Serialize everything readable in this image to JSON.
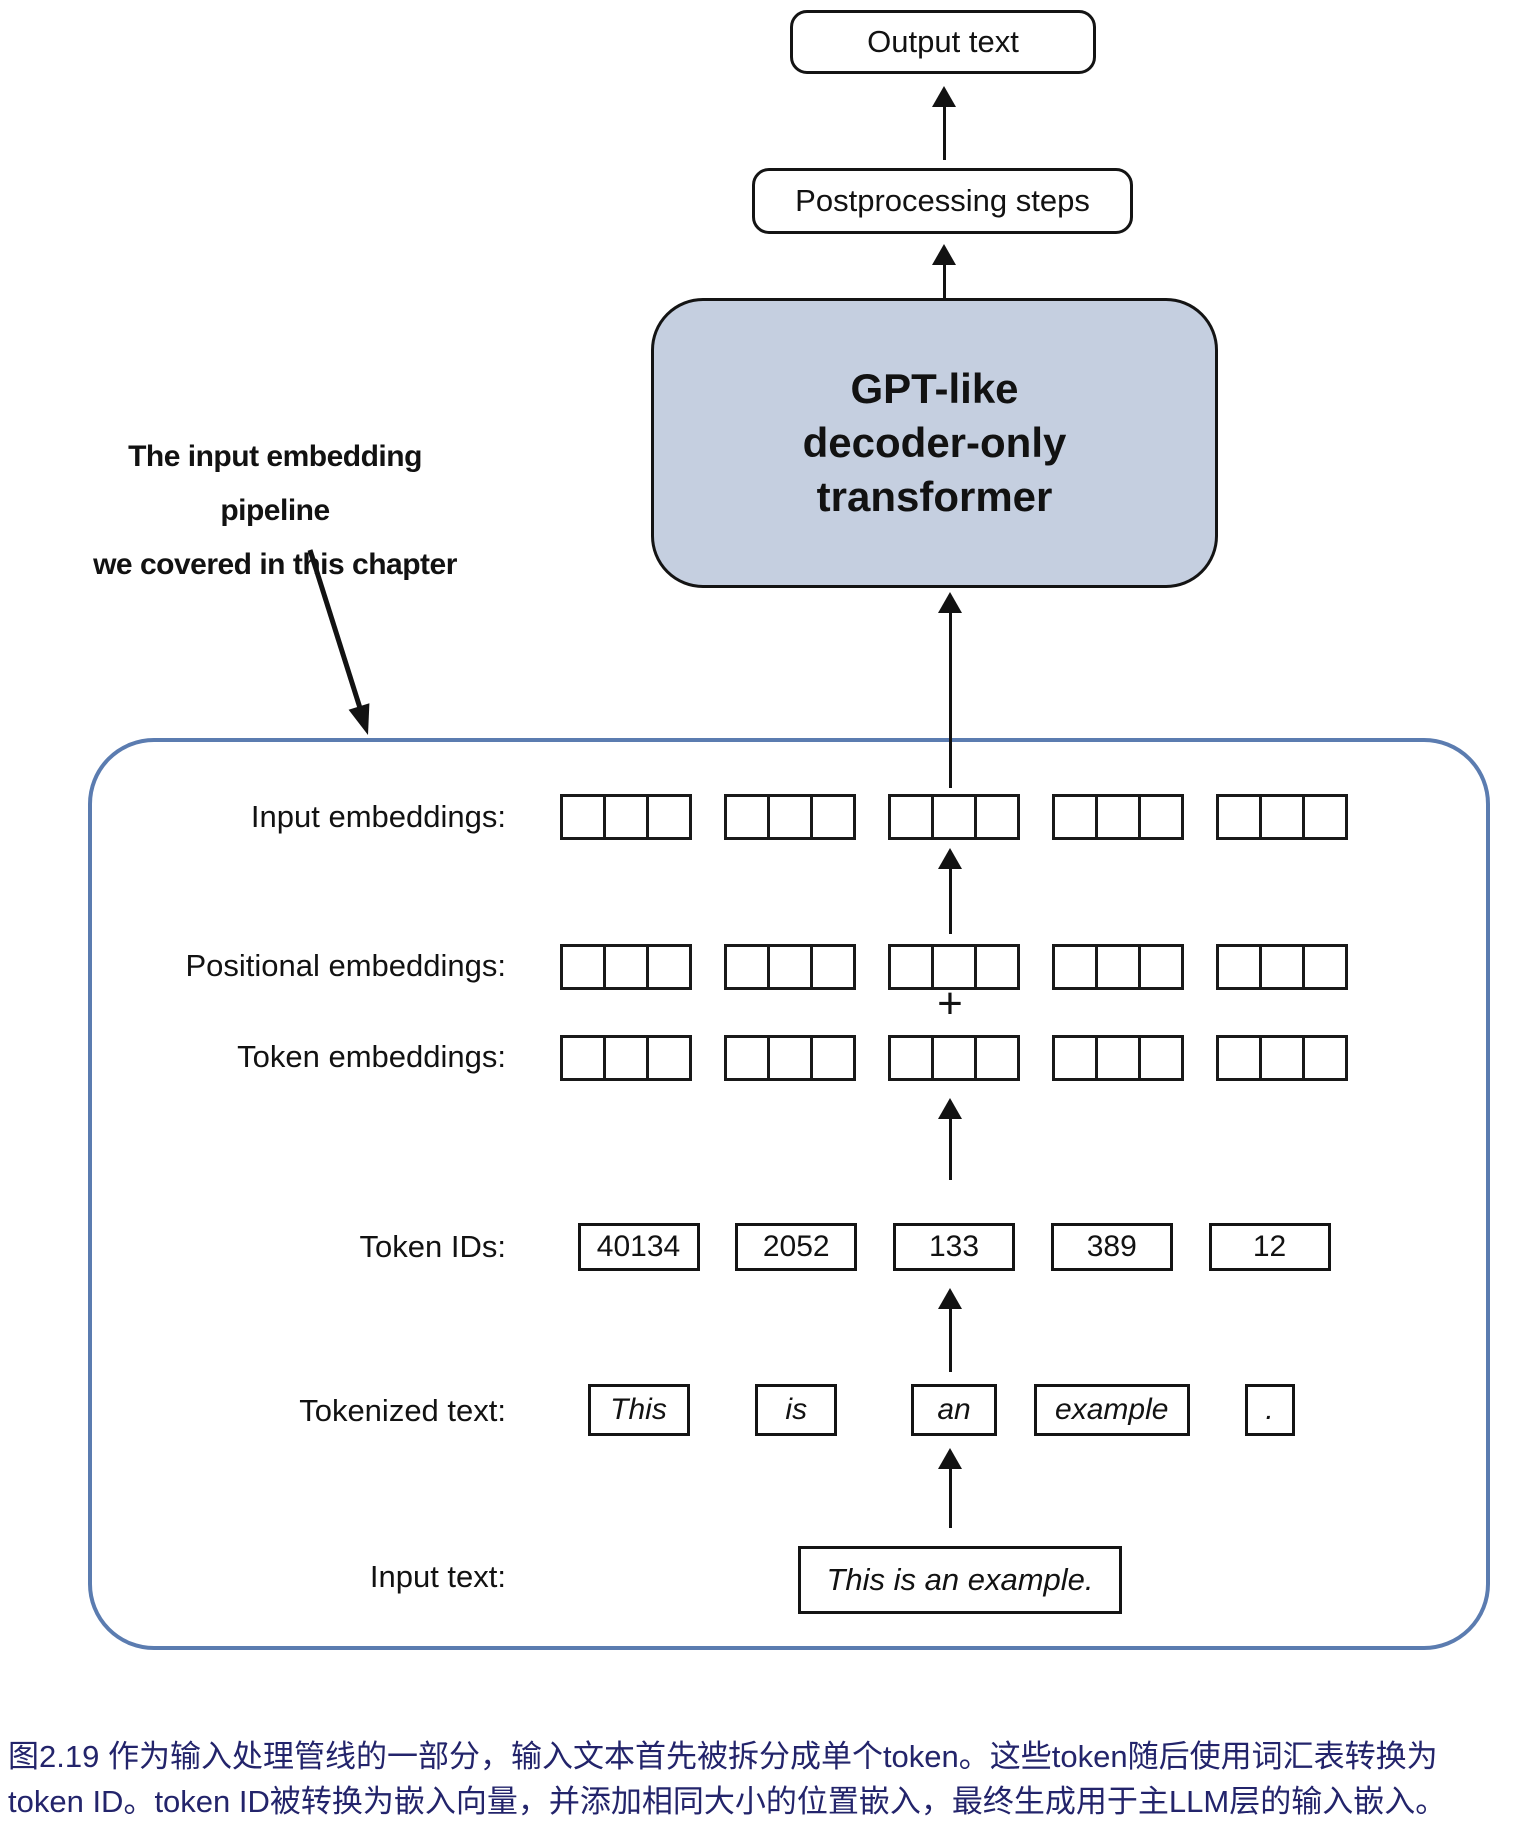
{
  "flow": {
    "output_label": "Output text",
    "postprocessing_label": "Postprocessing steps",
    "gpt_lines": [
      "GPT-like",
      "decoder-only",
      "transformer"
    ]
  },
  "annotation": {
    "line1": "The input embedding pipeline",
    "line2": "we covered in this chapter"
  },
  "pipeline": {
    "labels": {
      "input_embeddings": "Input embeddings:",
      "positional_embeddings": "Positional embeddings:",
      "token_embeddings": "Token embeddings:",
      "token_ids": "Token IDs:",
      "tokenized_text": "Tokenized text:",
      "input_text": "Input text:"
    },
    "plus_sign": "+",
    "token_ids": [
      "40134",
      "2052",
      "133",
      "389",
      "12"
    ],
    "tokens": [
      "This",
      "is",
      "an",
      "example",
      "."
    ],
    "input_text_value": "This is an example."
  },
  "caption": {
    "line1": "图2.19 作为输入处理管线的一部分，输入文本首先被拆分成单个token。这些token随后使用词汇表转换为",
    "line2": "token ID。token ID被转换为嵌入向量，并添加相同大小的位置嵌入，最终生成用于主LLM层的输入嵌入。"
  },
  "colors": {
    "gpt_box_fill": "#c5cfe0",
    "container_border": "#5b7cb0",
    "caption_text": "#23246b",
    "line_color": "#121212"
  }
}
